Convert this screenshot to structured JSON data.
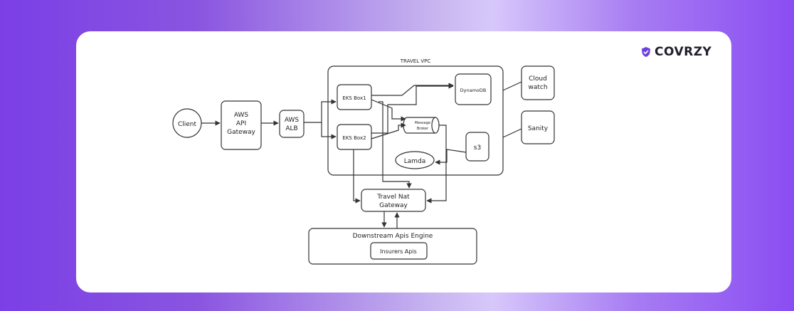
{
  "brand": {
    "name": "COVRZY",
    "icon": "shield-check-icon",
    "accent": "#6c3fe0"
  },
  "diagram": {
    "vpc_label": "TRAVEL VPC",
    "nodes": {
      "client": "Client",
      "api_gateway": [
        "AWS",
        "API",
        "Gateway"
      ],
      "alb": [
        "AWS",
        "ALB"
      ],
      "eks1": "EKS Box1",
      "eks2": "EKS Box2",
      "dynamodb": "DynamoDB",
      "broker": [
        "Message",
        "Broker"
      ],
      "s3": "s3",
      "lamda": "Lamda",
      "cloudwatch": [
        "Cloud",
        "watch"
      ],
      "sanity": "Sanity",
      "nat": [
        "Travel Nat",
        "Gateway"
      ],
      "downstream": "Downstream Apis Engine",
      "insurers": "Insurers Apis"
    }
  }
}
